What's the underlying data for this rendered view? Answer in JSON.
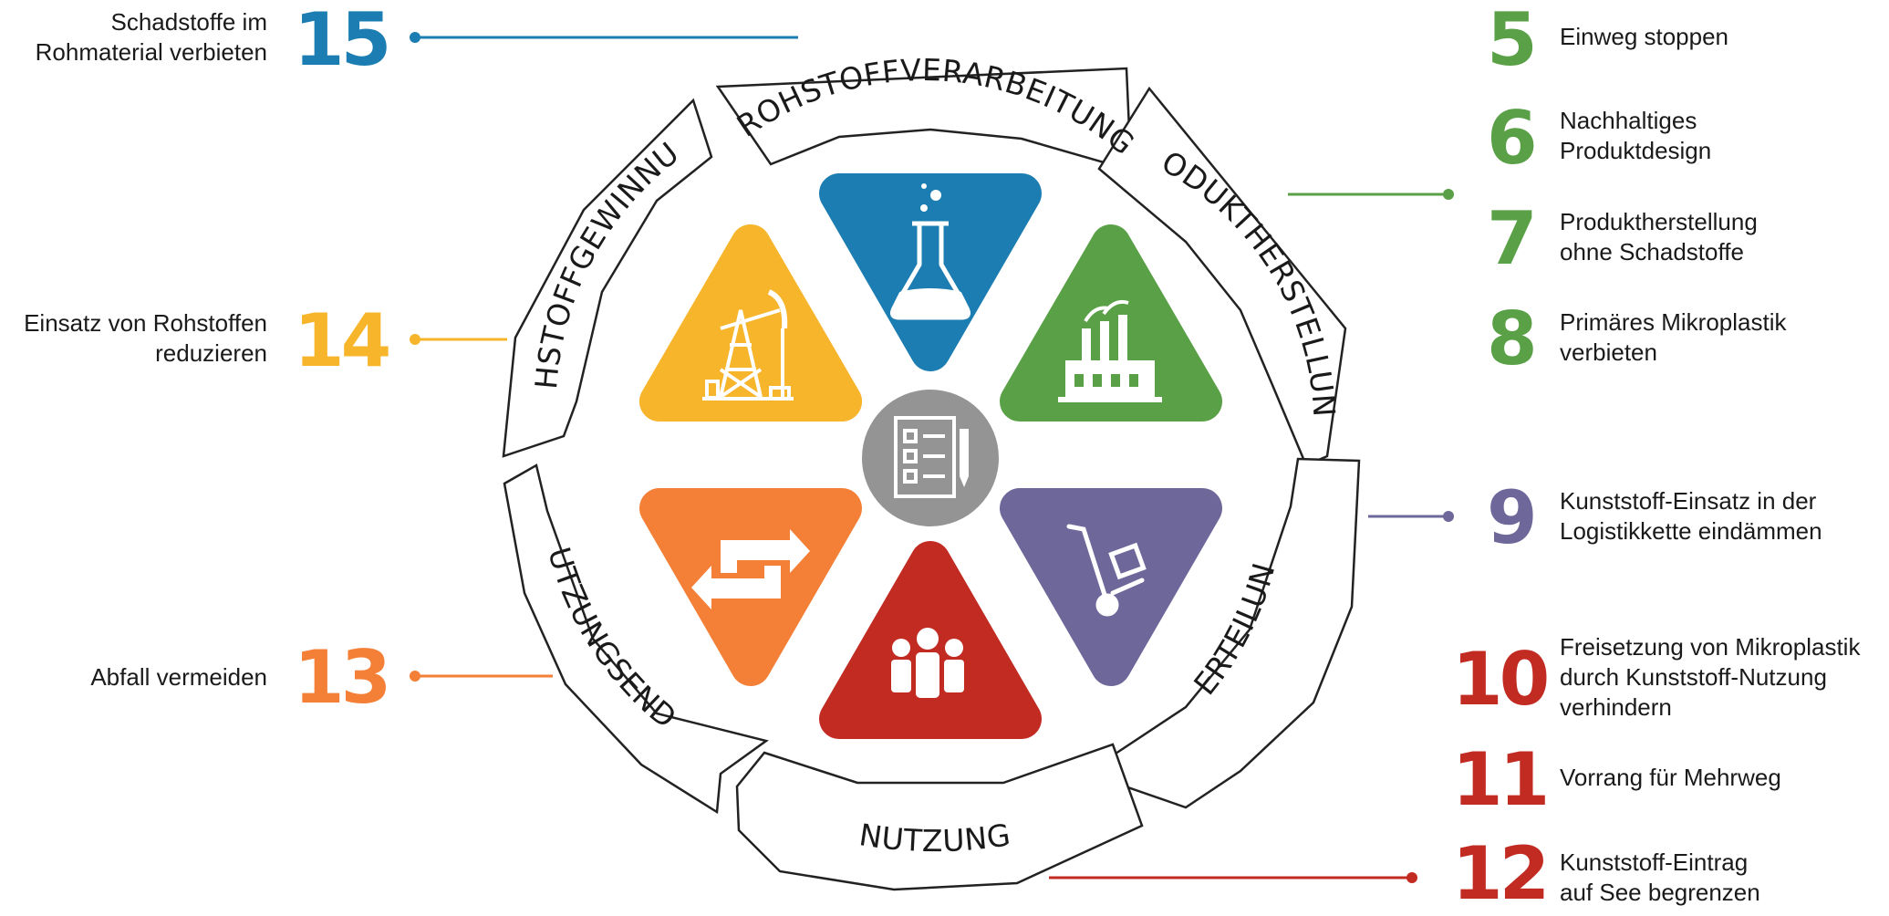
{
  "colors": {
    "blue": "#1B7DB1",
    "yellow": "#F7B52C",
    "green": "#59A046",
    "orange": "#F47F36",
    "red": "#C12B22",
    "purple": "#6E6799",
    "gray": "#949494"
  },
  "cycle": {
    "segments": [
      {
        "label": "ROHSTOFFVERARBEITUNG"
      },
      {
        "label": "PRODUKTHERSTELLUNG"
      },
      {
        "label": "VERTEILUNG"
      },
      {
        "label": "NUTZUNG"
      },
      {
        "label": "NUTZUNGSENDE"
      },
      {
        "label": "ROHSTOFFGEWINNUNG"
      }
    ],
    "icons": [
      {
        "name": "lab-flask-icon",
        "color": "blue"
      },
      {
        "name": "factory-icon",
        "color": "green"
      },
      {
        "name": "hand-truck-icon",
        "color": "purple"
      },
      {
        "name": "people-group-icon",
        "color": "red"
      },
      {
        "name": "recycle-arrows-icon",
        "color": "orange"
      },
      {
        "name": "oil-pump-icon",
        "color": "yellow"
      },
      {
        "name": "checklist-icon",
        "color": "gray"
      }
    ]
  },
  "measures": {
    "left": [
      {
        "number": "15",
        "lines": [
          "Schadstoffe im",
          "Rohmaterial verbieten"
        ],
        "color": "blue"
      },
      {
        "number": "14",
        "lines": [
          "Einsatz von Rohstoffen",
          "reduzieren"
        ],
        "color": "yellow"
      },
      {
        "number": "13",
        "lines": [
          "Abfall vermeiden"
        ],
        "color": "orange"
      }
    ],
    "right": [
      {
        "number": "5",
        "lines": [
          "Einweg stoppen"
        ],
        "color": "green"
      },
      {
        "number": "6",
        "lines": [
          "Nachhaltiges",
          "Produktdesign"
        ],
        "color": "green"
      },
      {
        "number": "7",
        "lines": [
          "Produktherstellung",
          "ohne Schadstoffe"
        ],
        "color": "green"
      },
      {
        "number": "8",
        "lines": [
          "Primäres Mikroplastik",
          "verbieten"
        ],
        "color": "green"
      },
      {
        "number": "9",
        "lines": [
          "Kunststoff-Einsatz in der",
          "Logistikkette eindämmen"
        ],
        "color": "purple"
      },
      {
        "number": "10",
        "lines": [
          "Freisetzung von Mikroplastik",
          "durch Kunststoff-Nutzung",
          "verhindern"
        ],
        "color": "red"
      },
      {
        "number": "11",
        "lines": [
          "Vorrang für Mehrweg"
        ],
        "color": "red"
      },
      {
        "number": "12",
        "lines": [
          "Kunststoff-Eintrag",
          "auf See begrenzen"
        ],
        "color": "red"
      }
    ]
  }
}
